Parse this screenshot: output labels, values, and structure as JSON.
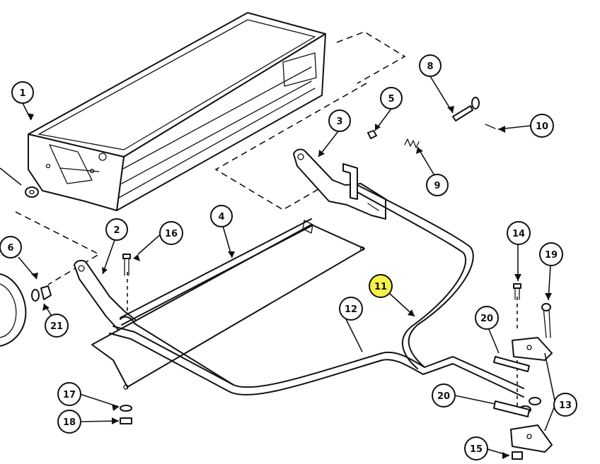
{
  "diagram": {
    "highlight_color": "#f6f24a",
    "callouts": [
      {
        "id": "c1",
        "label": "1"
      },
      {
        "id": "c2",
        "label": "2"
      },
      {
        "id": "c3",
        "label": "3"
      },
      {
        "id": "c4",
        "label": "4"
      },
      {
        "id": "c5",
        "label": "5"
      },
      {
        "id": "c6",
        "label": "6"
      },
      {
        "id": "c8",
        "label": "8"
      },
      {
        "id": "c9",
        "label": "9"
      },
      {
        "id": "c10",
        "label": "10"
      },
      {
        "id": "c11",
        "label": "11",
        "highlighted": true
      },
      {
        "id": "c12",
        "label": "12"
      },
      {
        "id": "c13",
        "label": "13"
      },
      {
        "id": "c14",
        "label": "14"
      },
      {
        "id": "c15",
        "label": "15"
      },
      {
        "id": "c16",
        "label": "16"
      },
      {
        "id": "c17",
        "label": "17"
      },
      {
        "id": "c18",
        "label": "18"
      },
      {
        "id": "c19",
        "label": "19"
      },
      {
        "id": "c20a",
        "label": "20"
      },
      {
        "id": "c20b",
        "label": "20"
      },
      {
        "id": "c21",
        "label": "21"
      }
    ]
  }
}
